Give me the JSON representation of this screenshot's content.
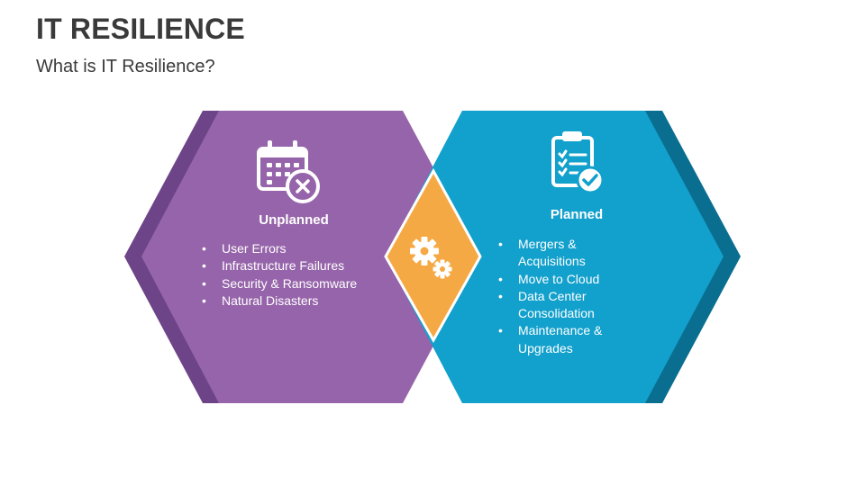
{
  "header": {
    "title": "IT RESILIENCE",
    "subtitle": "What is IT Resilience?"
  },
  "colors": {
    "purple": "#9664aa",
    "purple_dark": "#6e4488",
    "blue": "#12a0cc",
    "blue_dark": "#0a6e90",
    "orange": "#f5a944"
  },
  "center": {
    "icon": "gears-icon"
  },
  "unplanned": {
    "title": "Unplanned",
    "icon": "calendar-cancel-icon",
    "items": [
      {
        "label": "User Errors"
      },
      {
        "label": "Infrastructure Failures"
      },
      {
        "label": "Security & Ransomware"
      },
      {
        "label": "Natural Disasters"
      }
    ]
  },
  "planned": {
    "title": "Planned",
    "icon": "clipboard-check-icon",
    "items": [
      {
        "label": "Mergers & Acquisitions"
      },
      {
        "label": "Move to Cloud"
      },
      {
        "label": "Data Center Consolidation"
      },
      {
        "label": "Maintenance & Upgrades"
      }
    ]
  }
}
